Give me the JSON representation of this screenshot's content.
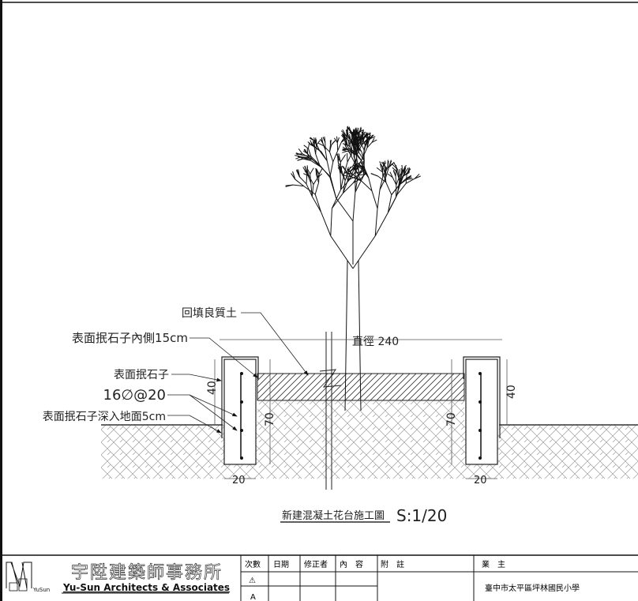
{
  "drawing": {
    "labels": {
      "backfill": "回填良質土",
      "inner_side": "表面抿石子內側15cm",
      "surface": "表面抿石子",
      "rebar": "16∅@20",
      "embed": "表面抿石子深入地面5cm"
    },
    "dimensions": {
      "diameter": "直徑 240",
      "wall_height_left": "40",
      "wall_depth_left": "70",
      "wall_width_left": "20",
      "wall_height_right": "40",
      "wall_depth_right": "70",
      "wall_width_right": "20"
    },
    "title": "新建混凝土花台施工圖",
    "scale": "S:1/20"
  },
  "title_block": {
    "firm_name_zh": "宇陞建築師事務所",
    "firm_name_en": "Yu-Sun Architects & Associates",
    "logo_text": "YuSun",
    "headers": [
      "次數",
      "日期",
      "修正者",
      "內　容",
      "附　註"
    ],
    "revision_marks": [
      "⚠",
      "A"
    ],
    "owner_label": "業　主",
    "owner_value": "臺中市太平區坪林國民小學"
  }
}
